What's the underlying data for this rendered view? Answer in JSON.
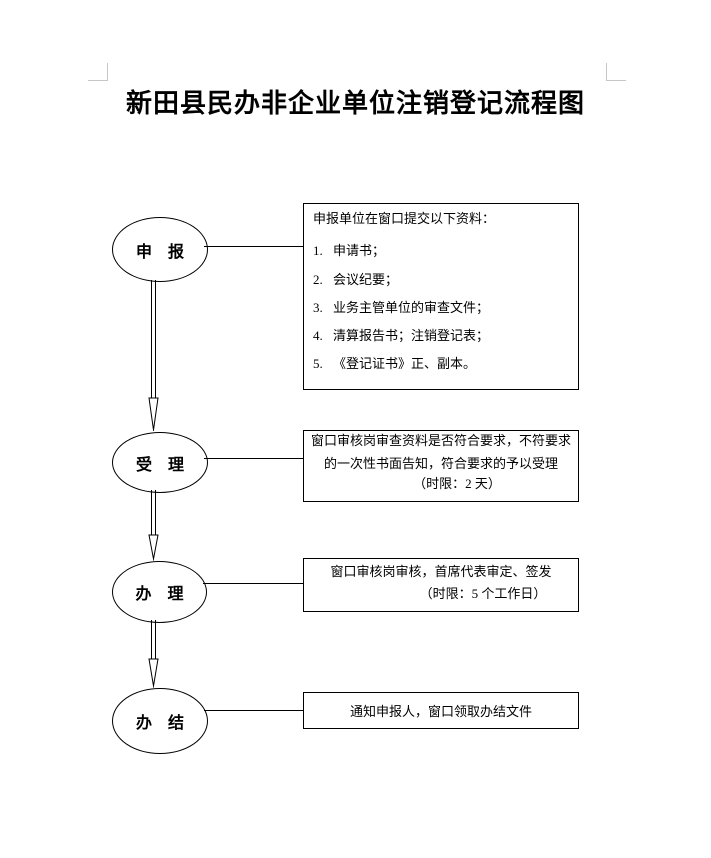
{
  "document": {
    "title": "新田县民办非企业单位注销登记流程图"
  },
  "flowchart": {
    "steps": [
      {
        "label": "申　报",
        "box": {
          "heading": "申报单位在窗口提交以下资料：",
          "items": [
            {
              "num": "1.",
              "text": "申请书；"
            },
            {
              "num": "2.",
              "text": "会议纪要；"
            },
            {
              "num": "3.",
              "text": "业务主管单位的审查文件；"
            },
            {
              "num": "4.",
              "text": "清算报告书；注销登记表；"
            },
            {
              "num": "5.",
              "text": "《登记证书》正、副本。"
            }
          ]
        }
      },
      {
        "label": "受　理",
        "box": {
          "lines": [
            "窗口审核岗审查资料是否符合要求，不符要求",
            "的一次性书面告知，符合要求的予以受理",
            "（时限：2 天）"
          ]
        }
      },
      {
        "label": "办　理",
        "box": {
          "lines": [
            "窗口审核岗审核，首席代表审定、签发",
            "（时限：5 个工作日）"
          ]
        }
      },
      {
        "label": "办　结",
        "box": {
          "lines": [
            "通知申报人，窗口领取办结文件"
          ]
        }
      }
    ],
    "colors": {
      "stroke": "#000000",
      "margin_mark": "#c6c6c6",
      "background": "#ffffff"
    }
  }
}
